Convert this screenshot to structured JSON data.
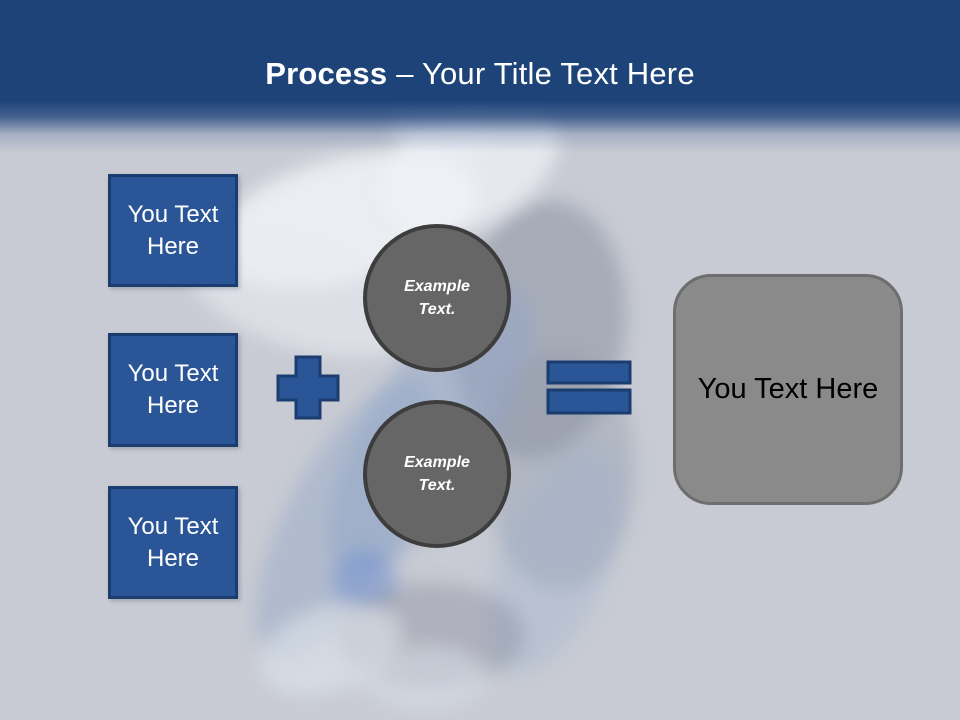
{
  "slide": {
    "header": {
      "title_bold": "Process",
      "title_rest": "– Your Title Text Here"
    },
    "inputs": [
      {
        "label": "You Text Here"
      },
      {
        "label": "You Text Here"
      },
      {
        "label": "You Text Here"
      }
    ],
    "operators": {
      "plus_icon": "plus-icon",
      "equals_icon": "equals-icon"
    },
    "steps": [
      {
        "label": "Example Text."
      },
      {
        "label": "Example Text."
      }
    ],
    "result": {
      "label": "You Text Here"
    },
    "colors": {
      "accent_blue": "#2A5697",
      "accent_blue_border": "#1B3C6E",
      "header_blue": "#1E4379",
      "circle_gray": "#666666",
      "circle_border": "#3D3D3D",
      "result_gray": "#8A8A8A",
      "result_border": "#6E6E6E",
      "background_gray": "#C8CBD3",
      "title_text": "#FFFFFF"
    }
  }
}
